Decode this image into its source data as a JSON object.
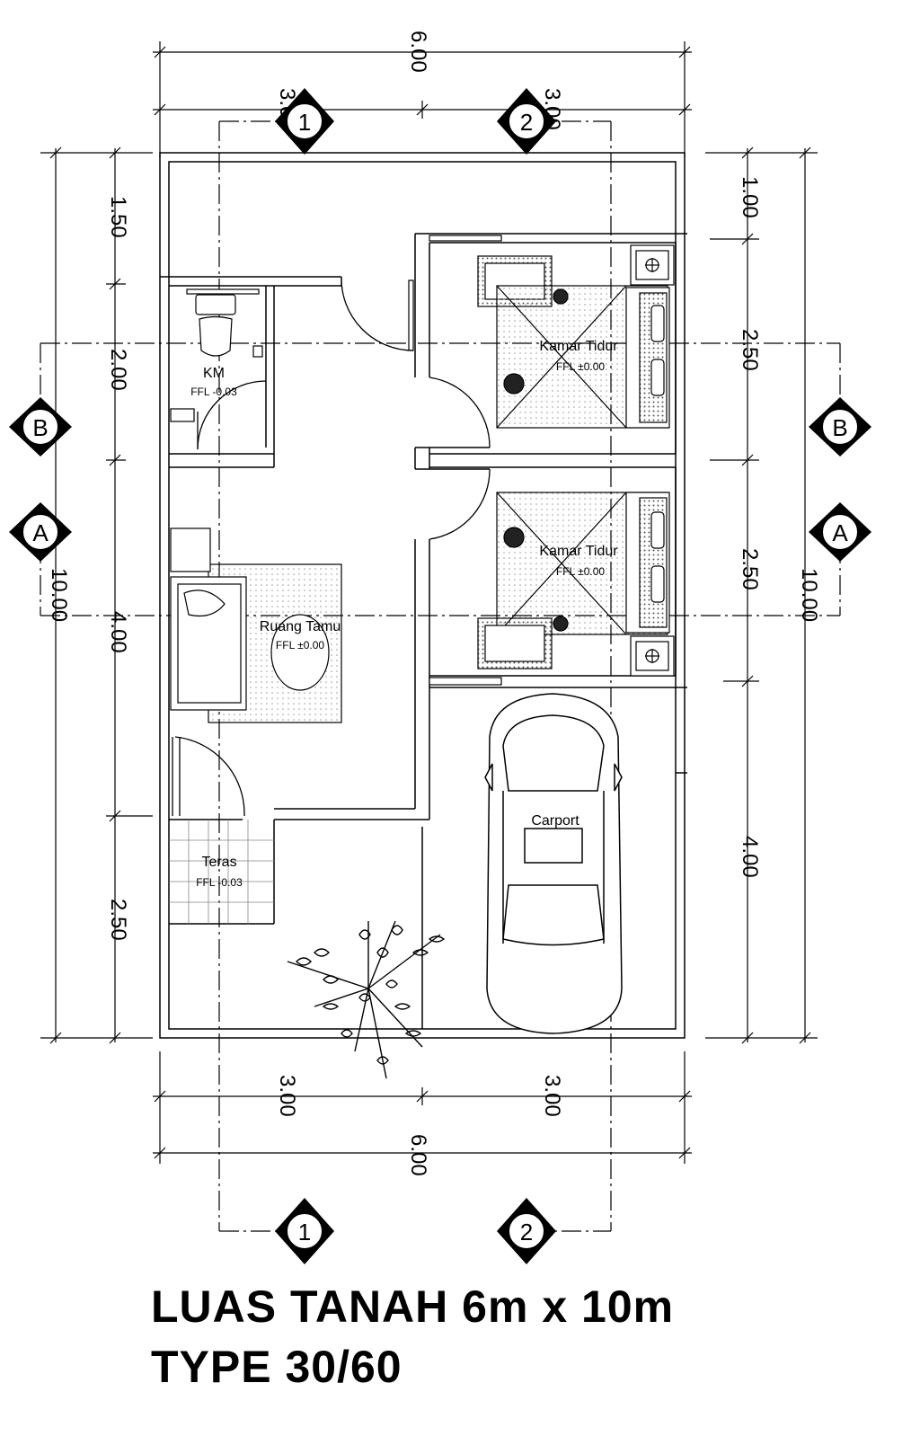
{
  "title": {
    "line1": "LUAS TANAH 6m x 10m",
    "line2": "TYPE 30/60"
  },
  "dimensions": {
    "total_width": "6.00",
    "half_width_left": "3.00",
    "half_width_right": "3.00",
    "total_depth": "10.00",
    "left_chain": [
      "1.50",
      "2.00",
      "4.00",
      "2.50"
    ],
    "right_chain": [
      "1.00",
      "2.50",
      "2.50",
      "4.00"
    ]
  },
  "grid_lines": {
    "vertical": [
      "1",
      "2"
    ],
    "horizontal": [
      "B",
      "A"
    ]
  },
  "rooms": {
    "km": {
      "name": "KM",
      "ffl": "FFL -0.03"
    },
    "bedroom_top": {
      "name": "Kamar Tidur",
      "ffl": "FFL ±0.00"
    },
    "bedroom_bottom": {
      "name": "Kamar Tidur",
      "ffl": "FFL ±0.00"
    },
    "living": {
      "name": "Ruang Tamu",
      "ffl": "FFL ±0.00"
    },
    "carport": {
      "name": "Carport"
    },
    "terrace": {
      "name": "Teras",
      "ffl": "FFL -0.03"
    }
  },
  "colors": {
    "line": "#000000",
    "background": "#ffffff",
    "hatch": "#9a9a9a"
  }
}
